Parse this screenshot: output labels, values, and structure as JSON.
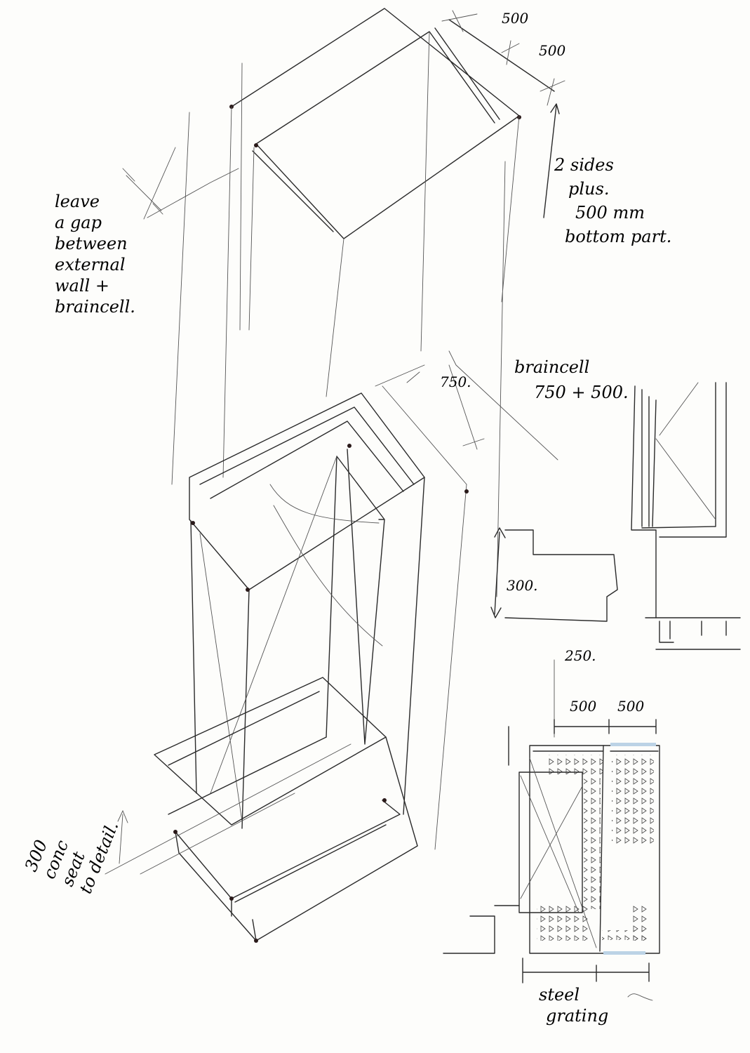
{
  "dimensions": {
    "top_a": "500",
    "top_b": "500",
    "mid": "750.",
    "plan": "300.",
    "section_top": "250.",
    "section_left": "500",
    "section_right": "500"
  },
  "notes": {
    "gap": [
      "leave",
      "a gap",
      "between",
      "external",
      "wall +",
      "braincell."
    ],
    "sides": [
      "2 sides",
      "plus.",
      "500 mm",
      "bottom part."
    ],
    "braincell": [
      "braincell",
      "750 + 500."
    ],
    "seat": [
      "300",
      "conc",
      "seat",
      "to detail."
    ],
    "grating": [
      "steel",
      "grating"
    ]
  },
  "colors": {
    "ink": "#2a2a2a",
    "paper": "#fdfdfb",
    "grating_tint": "#bcd3e6"
  }
}
